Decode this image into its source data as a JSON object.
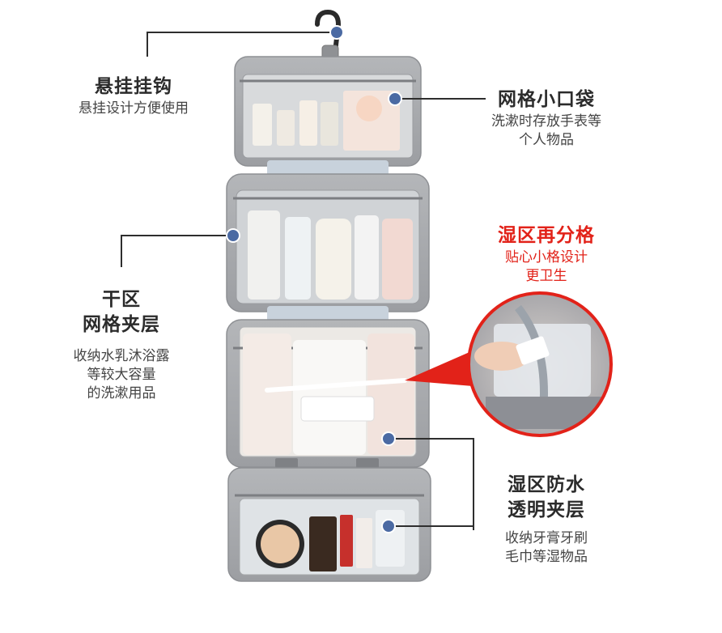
{
  "callouts": {
    "hook": {
      "title": "悬挂挂钩",
      "desc": [
        "悬挂设计方便使用"
      ]
    },
    "mesh_pocket": {
      "title": "网格小口袋",
      "desc": [
        "洗漱时存放手表等",
        "个人物品"
      ]
    },
    "wet_divider": {
      "title": "湿区再分格",
      "desc": [
        "贴心小格设计",
        "更卫生"
      ]
    },
    "dry_zone": {
      "title": [
        "干区",
        "网格夹层"
      ],
      "desc": [
        "收纳水乳沐浴露",
        "等较大容量",
        "的洗漱用品"
      ]
    },
    "wet_zone": {
      "title": [
        "湿区防水",
        "透明夹层"
      ],
      "desc": [
        "收纳牙膏牙刷",
        "毛巾等湿物品"
      ]
    }
  },
  "colors": {
    "accent_red": "#e22219",
    "dot_blue": "#4b6aa3",
    "bag_gray": "#a6a8ab",
    "line": "#2e2e2e"
  }
}
